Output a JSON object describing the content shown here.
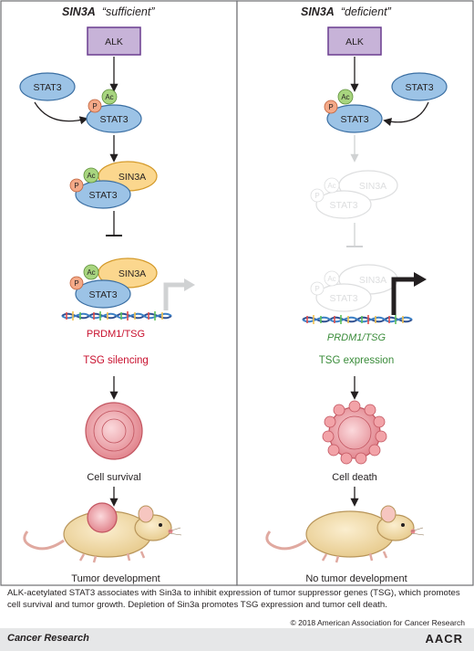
{
  "left_panel": {
    "title_gene": "SIN3A",
    "title_state": "“sufficient”",
    "alk": "ALK",
    "stat3": "STAT3",
    "p": "P",
    "ac": "Ac",
    "sin3a": "SIN3A",
    "gene_label": "PRDM1/TSG",
    "effect": "TSG silencing",
    "cell_outcome": "Cell survival",
    "mouse_outcome": "Tumor development"
  },
  "right_panel": {
    "title_gene": "SIN3A",
    "title_state": "“deficient”",
    "alk": "ALK",
    "stat3": "STAT3",
    "p": "P",
    "ac": "Ac",
    "sin3a": "SIN3A",
    "gene_label": "PRDM1/TSG",
    "effect": "TSG expression",
    "cell_outcome": "Cell death",
    "mouse_outcome": "No tumor development"
  },
  "caption": "ALK-acetylated STAT3 associates with Sin3a to inhibit expression of tumor suppressor genes (TSG), which promotes cell survival and tumor growth. Depletion of Sin3a promotes TSG expression and tumor cell death.",
  "copyright": "© 2018 American Association for Cancer Research",
  "journal": "Cancer Research",
  "publisher_logo": "AACR",
  "colors": {
    "alk_fill": "#c7b3d8",
    "alk_stroke": "#6a3d8f",
    "stat3_fill": "#9cc3e6",
    "stat3_stroke": "#3b6fa3",
    "sin3a_fill": "#fbd78e",
    "sin3a_stroke": "#d49a2a",
    "p_fill": "#f4a988",
    "ac_fill": "#a8d57f",
    "silencing_text": "#c8102e",
    "expression_text": "#3a8c3a",
    "cell_fill": "#f2a3a8",
    "faded": "#bcbec0"
  }
}
